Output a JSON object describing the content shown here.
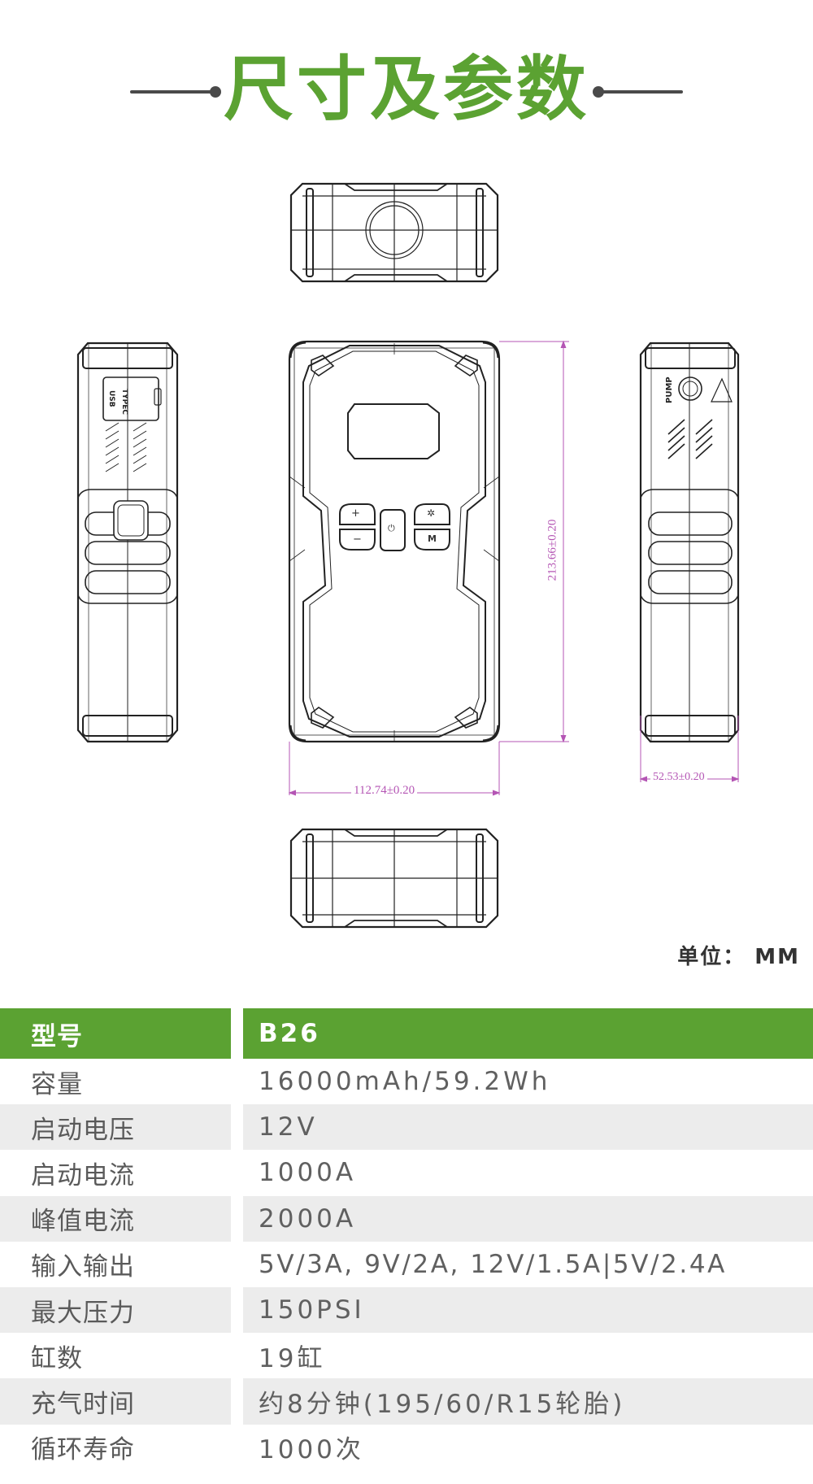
{
  "header": {
    "title": "尺寸及参数"
  },
  "dimensions": {
    "width_label": "112.74±0.20",
    "height_label": "213.66±0.20",
    "depth_label": "52.53±0.20",
    "unit_label": "单位： MM",
    "left_port_labels": [
      "TYPEC",
      "USB"
    ],
    "right_port_label": "PUMP",
    "button_glyphs": [
      "+",
      "−",
      "⏻",
      "✲",
      "M"
    ],
    "line_color": "#b455b4"
  },
  "specs": {
    "header": {
      "key": "型号",
      "value": "B26"
    },
    "rows": [
      {
        "key": "容量",
        "value": "16000mAh/59.2Wh"
      },
      {
        "key": "启动电压",
        "value": "12V"
      },
      {
        "key": "启动电流",
        "value": "1000A"
      },
      {
        "key": "峰值电流",
        "value": "2000A"
      },
      {
        "key": "输入输出",
        "value": "5V/3A, 9V/2A, 12V/1.5A|5V/2.4A"
      },
      {
        "key": "最大压力",
        "value": "150PSI"
      },
      {
        "key": "缸数",
        "value": "19缸"
      },
      {
        "key": "充气时间",
        "value": "约8分钟(195/60/R15轮胎)"
      },
      {
        "key": "循环寿命",
        "value": "1000次"
      }
    ]
  },
  "colors": {
    "accent_green": "#5ba232",
    "row_gray": "#ececec",
    "text_gray": "#5a5a5a"
  }
}
